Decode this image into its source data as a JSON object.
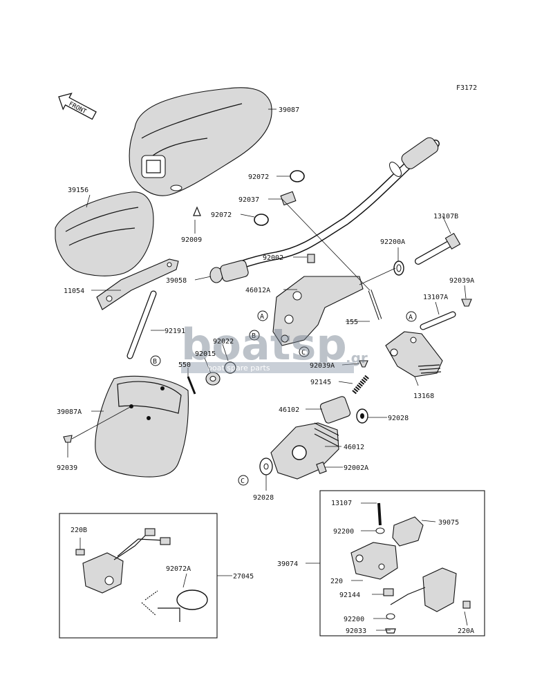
{
  "figure_code": "F3172",
  "front_label": "FRONT",
  "watermark": {
    "brand": "boatsp",
    "domain": ".gr",
    "tagline": "boat spare parts"
  },
  "part_labels": {
    "p39087": "39087",
    "p39156": "39156",
    "p92009": "92009",
    "p11054": "11054",
    "p92072_top": "92072",
    "p92037": "92037",
    "p92072_mid": "92072",
    "p13107B": "13107B",
    "p92002": "92002",
    "p92200A": "92200A",
    "p39058": "39058",
    "p46012A": "46012A",
    "p92039A": "92039A",
    "p13107A": "13107A",
    "p155": "155",
    "p92191": "92191",
    "p92022": "92022",
    "p92015": "92015",
    "p550": "550",
    "p92039A_mid": "92039A",
    "p92145": "92145",
    "p13168": "13168",
    "p39087A": "39087A",
    "p46102": "46102",
    "p92028_right": "92028",
    "p46012": "46012",
    "p92039": "92039",
    "p92002A": "92002A",
    "p92028_bottom": "92028",
    "p13107": "13107",
    "p39075": "39075",
    "p92200": "92200",
    "p39074": "39074",
    "p220": "220",
    "p92144": "92144",
    "p92200_b": "92200",
    "p92033": "92033",
    "p220A": "220A",
    "p220B": "220B",
    "p92072A": "92072A",
    "p27045": "27045"
  },
  "callouts": {
    "a1": "A",
    "a2": "A",
    "b1": "B",
    "b2": "B",
    "c1": "C",
    "c2": "C"
  }
}
